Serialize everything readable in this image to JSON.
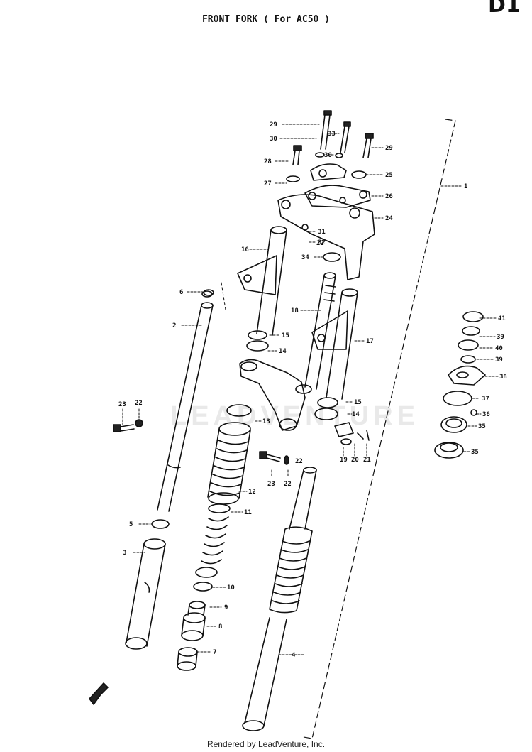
{
  "page": {
    "title": "FRONT FORK ( For AC50 )",
    "corner_text": "D1",
    "footer": "Rendered by LeadVenture, Inc.",
    "watermark": "LEADVENTURE"
  },
  "callouts": [
    {
      "id": "c1",
      "label": "1"
    },
    {
      "id": "c2",
      "label": "2"
    },
    {
      "id": "c3",
      "label": "3"
    },
    {
      "id": "c4",
      "label": "4"
    },
    {
      "id": "c5",
      "label": "5"
    },
    {
      "id": "c6",
      "label": "6"
    },
    {
      "id": "c7",
      "label": "7"
    },
    {
      "id": "c8",
      "label": "8"
    },
    {
      "id": "c9",
      "label": "9"
    },
    {
      "id": "c10",
      "label": "10"
    },
    {
      "id": "c11",
      "label": "11"
    },
    {
      "id": "c12",
      "label": "12"
    },
    {
      "id": "c13",
      "label": "13"
    },
    {
      "id": "c14a",
      "label": "14"
    },
    {
      "id": "c15a",
      "label": "15"
    },
    {
      "id": "c14b",
      "label": "14"
    },
    {
      "id": "c15b",
      "label": "15"
    },
    {
      "id": "c16",
      "label": "16"
    },
    {
      "id": "c17",
      "label": "17"
    },
    {
      "id": "c18",
      "label": "18"
    },
    {
      "id": "c19",
      "label": "19"
    },
    {
      "id": "c20",
      "label": "20"
    },
    {
      "id": "c21",
      "label": "21"
    },
    {
      "id": "c22a",
      "label": "22"
    },
    {
      "id": "c22b",
      "label": "22"
    },
    {
      "id": "c22c",
      "label": "22"
    },
    {
      "id": "c22d",
      "label": "22"
    },
    {
      "id": "c23a",
      "label": "23"
    },
    {
      "id": "c23b",
      "label": "23"
    },
    {
      "id": "c24",
      "label": "24"
    },
    {
      "id": "c25",
      "label": "25"
    },
    {
      "id": "c26",
      "label": "26"
    },
    {
      "id": "c27",
      "label": "27"
    },
    {
      "id": "c28",
      "label": "28"
    },
    {
      "id": "c29a",
      "label": "29"
    },
    {
      "id": "c29b",
      "label": "29"
    },
    {
      "id": "c30a",
      "label": "30"
    },
    {
      "id": "c30b",
      "label": "30"
    },
    {
      "id": "c31",
      "label": "31"
    },
    {
      "id": "c32",
      "label": "32"
    },
    {
      "id": "c33",
      "label": "33"
    },
    {
      "id": "c34",
      "label": "34"
    },
    {
      "id": "c35a",
      "label": "35"
    },
    {
      "id": "c35b",
      "label": "35"
    },
    {
      "id": "c36",
      "label": "36"
    },
    {
      "id": "c37",
      "label": "37"
    },
    {
      "id": "c38",
      "label": "38"
    },
    {
      "id": "c39a",
      "label": "39"
    },
    {
      "id": "c39b",
      "label": "39"
    },
    {
      "id": "c40",
      "label": "40"
    },
    {
      "id": "c41",
      "label": "41"
    }
  ]
}
